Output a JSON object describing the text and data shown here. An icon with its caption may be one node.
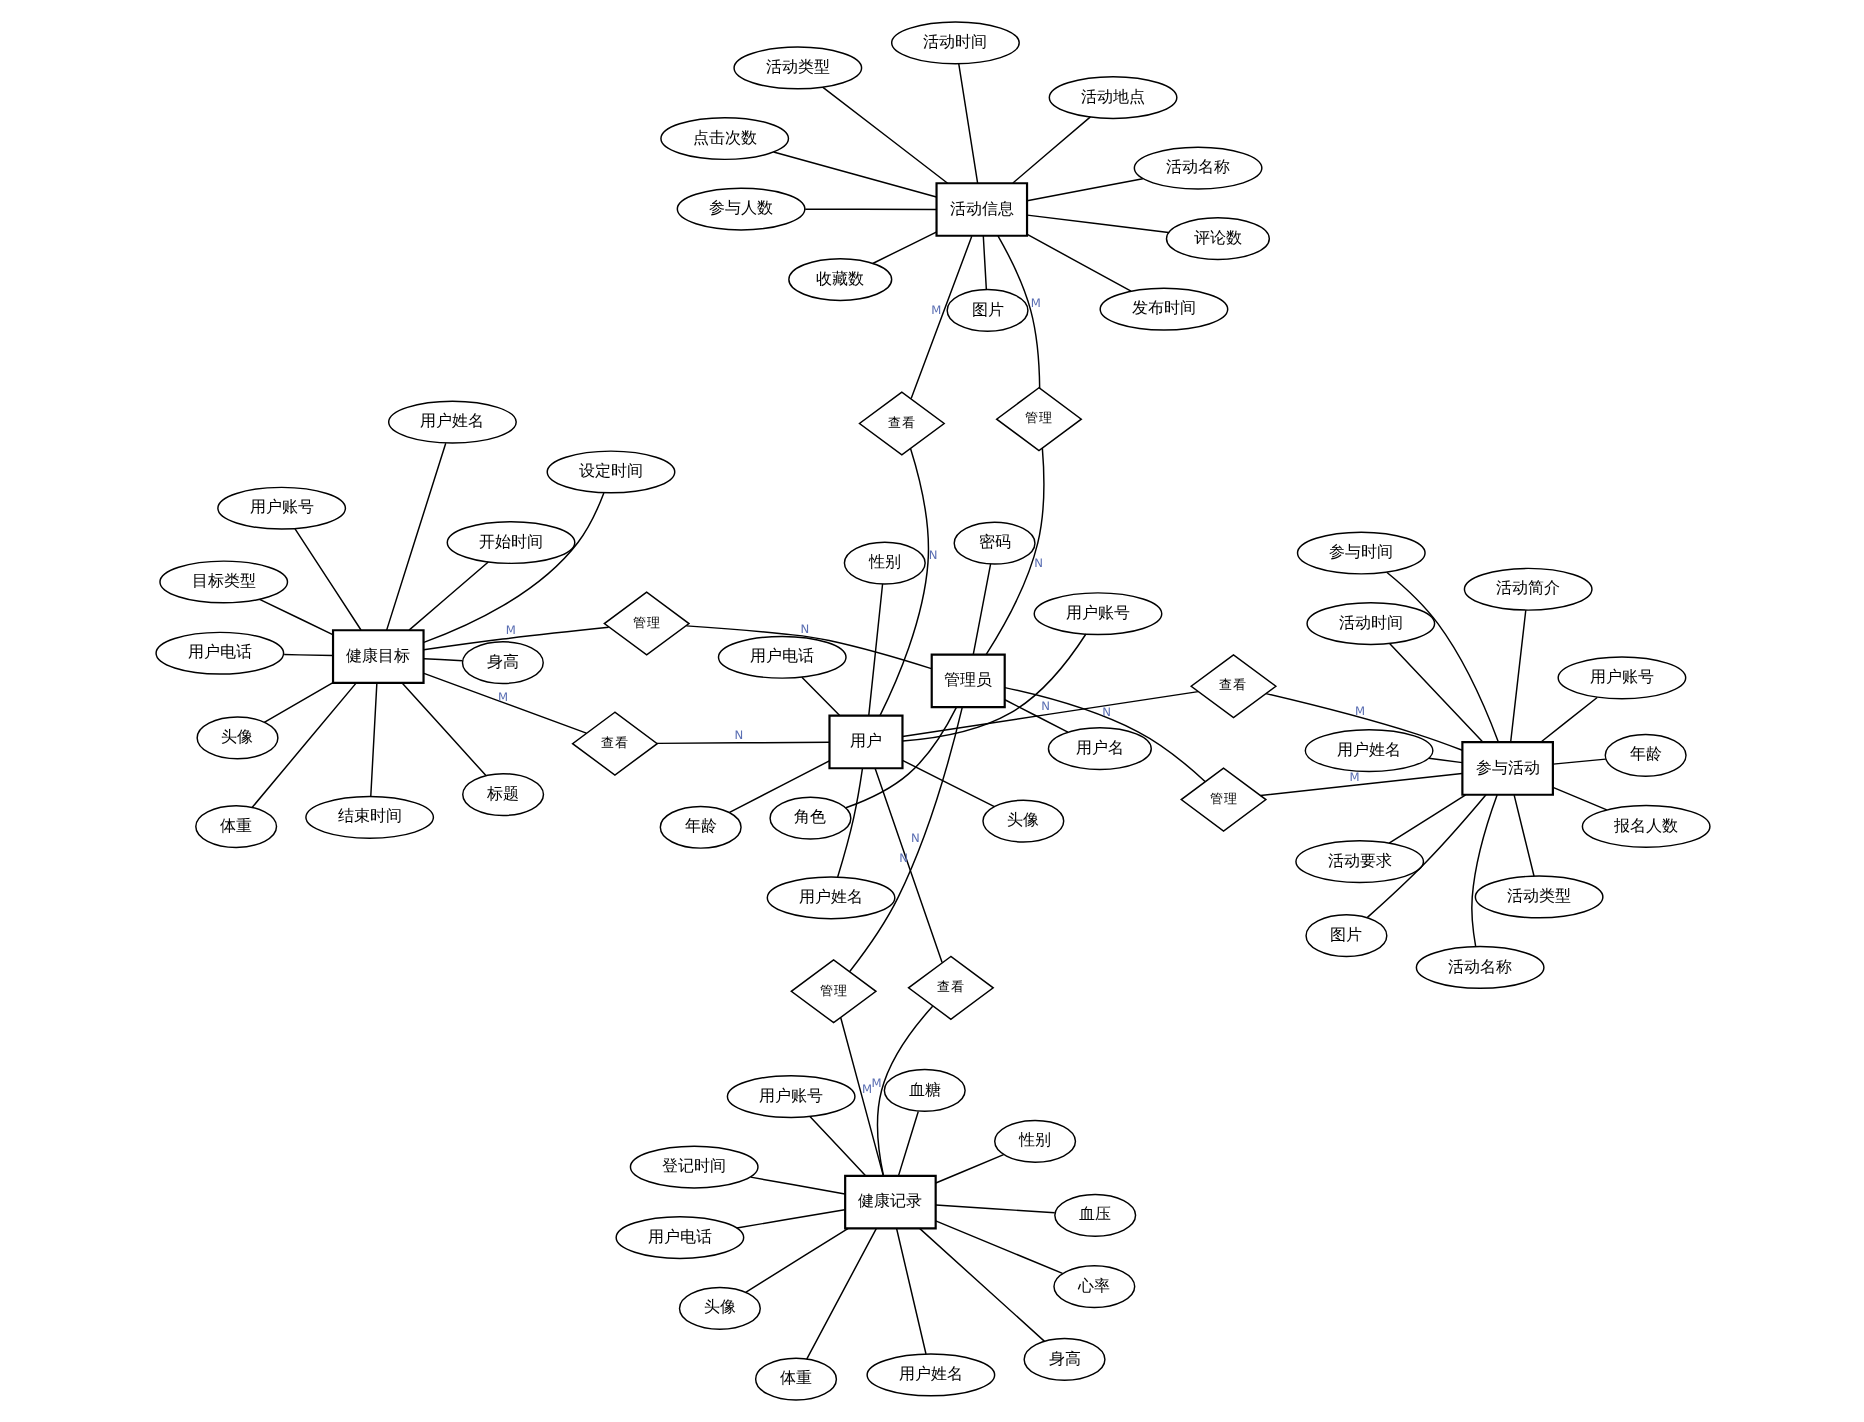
{
  "diagram": {
    "nodes": [
      {
        "text": [
          "用户"
        ]
      },
      {
        "text": [
          "用户账号"
        ]
      },
      {
        "text": [
          "用户姓名"
        ]
      },
      {
        "text": [
          "性别"
        ]
      },
      {
        "text": [
          "头像"
        ]
      },
      {
        "text": [
          "用户电话"
        ]
      },
      {
        "text": [
          "年龄"
        ]
      },
      {
        "text": [
          "健康记录"
        ]
      },
      {
        "text": [
          "头像"
        ]
      },
      {
        "text": [
          "身高"
        ]
      },
      {
        "text": [
          "体重"
        ]
      },
      {
        "text": [
          "用户电话"
        ]
      },
      {
        "text": [
          "血压"
        ]
      },
      {
        "text": [
          "性别"
        ]
      },
      {
        "text": [
          "血糖"
        ]
      },
      {
        "text": [
          "用户姓名"
        ]
      },
      {
        "text": [
          "心率"
        ]
      },
      {
        "text": [
          "用户账号"
        ]
      },
      {
        "text": [
          "登记时间"
        ]
      },
      {
        "text": [
          "活动信息"
        ]
      },
      {
        "text": [
          "图片"
        ]
      },
      {
        "text": [
          "参与人数"
        ]
      },
      {
        "text": [
          "活动时间"
        ]
      },
      {
        "text": [
          "活动地点"
        ]
      },
      {
        "text": [
          "活动类型"
        ]
      },
      {
        "text": [
          "发布时间"
        ]
      },
      {
        "text": [
          "活动名称"
        ]
      },
      {
        "text": [
          "点击次数"
        ]
      },
      {
        "text": [
          "收藏数"
        ]
      },
      {
        "text": [
          "评论数"
        ]
      },
      {
        "text": [
          "健康目标"
        ]
      },
      {
        "text": [
          "身高"
        ]
      },
      {
        "text": [
          "体重"
        ]
      },
      {
        "text": [
          "目标类型"
        ]
      },
      {
        "text": [
          "开始时间"
        ]
      },
      {
        "text": [
          "标题"
        ]
      },
      {
        "text": [
          "结束时间"
        ]
      },
      {
        "text": [
          "设定时间"
        ]
      },
      {
        "text": [
          "头像"
        ]
      },
      {
        "text": [
          "用户电话"
        ]
      },
      {
        "text": [
          "用户姓名"
        ]
      },
      {
        "text": [
          "用户账号"
        ]
      },
      {
        "text": [
          "参与活动"
        ]
      },
      {
        "text": [
          "活动简介"
        ]
      },
      {
        "text": [
          "活动类型"
        ]
      },
      {
        "text": [
          "活动要求"
        ]
      },
      {
        "text": [
          "活动名称"
        ]
      },
      {
        "text": [
          "图片"
        ]
      },
      {
        "text": [
          "年龄"
        ]
      },
      {
        "text": [
          "报名人数"
        ]
      },
      {
        "text": [
          "用户姓名"
        ]
      },
      {
        "text": [
          "用户账号"
        ]
      },
      {
        "text": [
          "参与时间"
        ]
      },
      {
        "text": [
          "活动时间"
        ]
      },
      {
        "text": [
          "管理员"
        ]
      },
      {
        "text": [
          "用户名"
        ]
      },
      {
        "text": [
          "角色"
        ]
      },
      {
        "text": [
          "密码"
        ]
      },
      {
        "text": [
          "查看"
        ]
      },
      {
        "text": [
          "查看"
        ]
      },
      {
        "text": [
          "查看"
        ]
      },
      {
        "text": [
          "查看"
        ]
      },
      {
        "text": [
          "管理"
        ]
      },
      {
        "text": [
          "管理"
        ]
      },
      {
        "text": [
          "管理"
        ]
      },
      {
        "text": [
          "管理"
        ]
      }
    ],
    "edges": [
      {
        "from": 0,
        "to": 1,
        "arrow": "none"
      },
      {
        "from": 0,
        "to": 2,
        "arrow": "none"
      },
      {
        "from": 0,
        "to": 3,
        "arrow": "none"
      },
      {
        "from": 0,
        "to": 4,
        "arrow": "none"
      },
      {
        "from": 0,
        "to": 5,
        "arrow": "none"
      },
      {
        "from": 0,
        "to": 6,
        "arrow": "none"
      },
      {
        "from": 7,
        "to": 8,
        "arrow": "none"
      },
      {
        "from": 7,
        "to": 9,
        "arrow": "none"
      },
      {
        "from": 7,
        "to": 10,
        "arrow": "none"
      },
      {
        "from": 7,
        "to": 11,
        "arrow": "none"
      },
      {
        "from": 7,
        "to": 12,
        "arrow": "none"
      },
      {
        "from": 7,
        "to": 13,
        "arrow": "none"
      },
      {
        "from": 7,
        "to": 14,
        "arrow": "none"
      },
      {
        "from": 7,
        "to": 15,
        "arrow": "none"
      },
      {
        "from": 7,
        "to": 16,
        "arrow": "none"
      },
      {
        "from": 7,
        "to": 17,
        "arrow": "none"
      },
      {
        "from": 7,
        "to": 18,
        "arrow": "none"
      },
      {
        "from": 19,
        "to": 20,
        "arrow": "none"
      },
      {
        "from": 19,
        "to": 21,
        "arrow": "none"
      },
      {
        "from": 19,
        "to": 22,
        "arrow": "none"
      },
      {
        "from": 19,
        "to": 23,
        "arrow": "none"
      },
      {
        "from": 19,
        "to": 24,
        "arrow": "none"
      },
      {
        "from": 19,
        "to": 25,
        "arrow": "none"
      },
      {
        "from": 19,
        "to": 26,
        "arrow": "none"
      },
      {
        "from": 19,
        "to": 27,
        "arrow": "none"
      },
      {
        "from": 19,
        "to": 28,
        "arrow": "none"
      },
      {
        "from": 19,
        "to": 29,
        "arrow": "none"
      },
      {
        "from": 30,
        "to": 31,
        "arrow": "none"
      },
      {
        "from": 30,
        "to": 32,
        "arrow": "none"
      },
      {
        "from": 30,
        "to": 33,
        "arrow": "none"
      },
      {
        "from": 30,
        "to": 34,
        "arrow": "none"
      },
      {
        "from": 30,
        "to": 35,
        "arrow": "none"
      },
      {
        "from": 30,
        "to": 36,
        "arrow": "none"
      },
      {
        "from": 30,
        "to": 37,
        "arrow": "none"
      },
      {
        "from": 30,
        "to": 38,
        "arrow": "none"
      },
      {
        "from": 30,
        "to": 39,
        "arrow": "none"
      },
      {
        "from": 30,
        "to": 40,
        "arrow": "none"
      },
      {
        "from": 30,
        "to": 41,
        "arrow": "none"
      },
      {
        "from": 42,
        "to": 43,
        "arrow": "none"
      },
      {
        "from": 42,
        "to": 44,
        "arrow": "none"
      },
      {
        "from": 42,
        "to": 45,
        "arrow": "none"
      },
      {
        "from": 42,
        "to": 46,
        "arrow": "none"
      },
      {
        "from": 42,
        "to": 47,
        "arrow": "none"
      },
      {
        "from": 42,
        "to": 48,
        "arrow": "none"
      },
      {
        "from": 42,
        "to": 49,
        "arrow": "none"
      },
      {
        "from": 42,
        "to": 50,
        "arrow": "none"
      },
      {
        "from": 42,
        "to": 51,
        "arrow": "none"
      },
      {
        "from": 42,
        "to": 52,
        "arrow": "none"
      },
      {
        "from": 42,
        "to": 53,
        "arrow": "none"
      },
      {
        "from": 54,
        "to": 55,
        "arrow": "none"
      },
      {
        "from": 54,
        "to": 56,
        "arrow": "none"
      },
      {
        "from": 54,
        "to": 57,
        "arrow": "none"
      },
      {
        "from": 0,
        "to": 58,
        "arrow": "none",
        "label": "N"
      },
      {
        "from": 58,
        "to": 7,
        "arrow": "none",
        "label": "M"
      },
      {
        "from": 0,
        "to": 59,
        "arrow": "none",
        "label": "N"
      },
      {
        "from": 59,
        "to": 19,
        "arrow": "none",
        "label": "M"
      },
      {
        "from": 0,
        "to": 60,
        "arrow": "none",
        "label": "N"
      },
      {
        "from": 60,
        "to": 30,
        "arrow": "none",
        "label": "M"
      },
      {
        "from": 0,
        "to": 61,
        "arrow": "none",
        "label": "N"
      },
      {
        "from": 61,
        "to": 42,
        "arrow": "none",
        "label": "M"
      },
      {
        "from": 7,
        "to": 62,
        "arrow": "none",
        "label": "M"
      },
      {
        "from": 62,
        "to": 54,
        "arrow": "none",
        "label": "N"
      },
      {
        "from": 19,
        "to": 63,
        "arrow": "none",
        "label": "M"
      },
      {
        "from": 63,
        "to": 54,
        "arrow": "none",
        "label": "N"
      },
      {
        "from": 30,
        "to": 64,
        "arrow": "none",
        "label": "M"
      },
      {
        "from": 64,
        "to": 54,
        "arrow": "none",
        "label": "N"
      },
      {
        "from": 42,
        "to": 65,
        "arrow": "none",
        "label": "M"
      },
      {
        "from": 65,
        "to": 54,
        "arrow": "none",
        "label": "N"
      }
    ]
  }
}
